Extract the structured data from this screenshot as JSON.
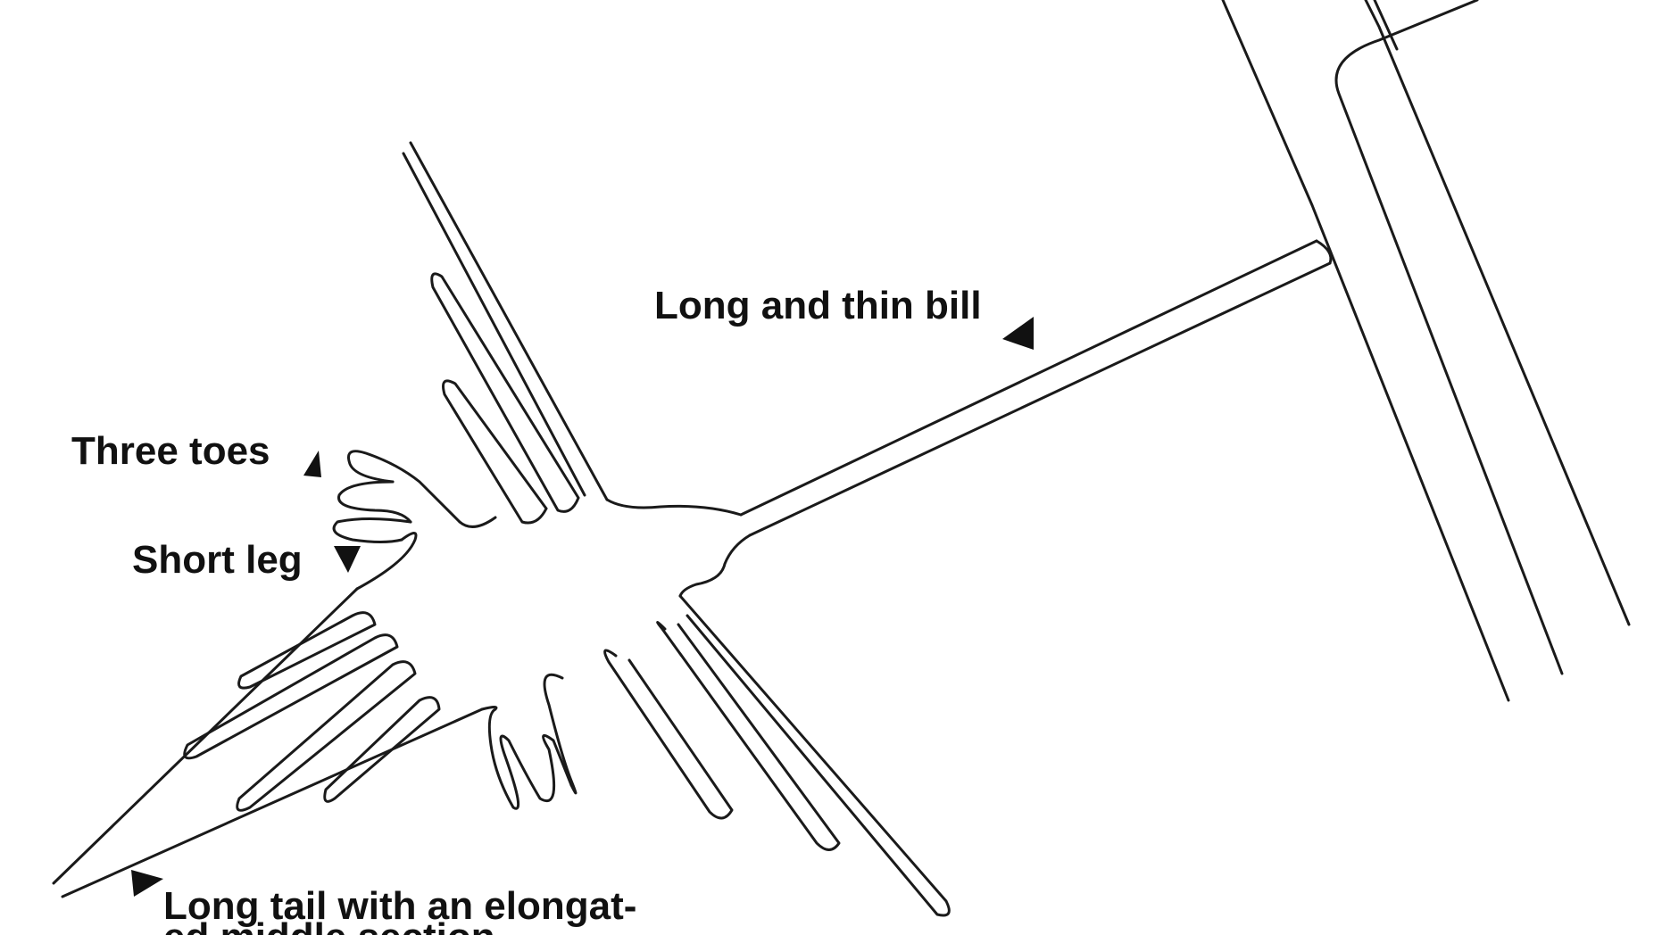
{
  "labels": {
    "bill": "Long and thin bill",
    "toes": "Three toes",
    "leg": "Short leg",
    "tail_line1": "Long tail with an elongat-",
    "tail_line2": "ed middle section"
  },
  "icons": {
    "pointer": "black-triangle-arrow"
  },
  "colors": {
    "line": "#1a1a1a",
    "text": "#111111",
    "background": "#ffffff"
  }
}
